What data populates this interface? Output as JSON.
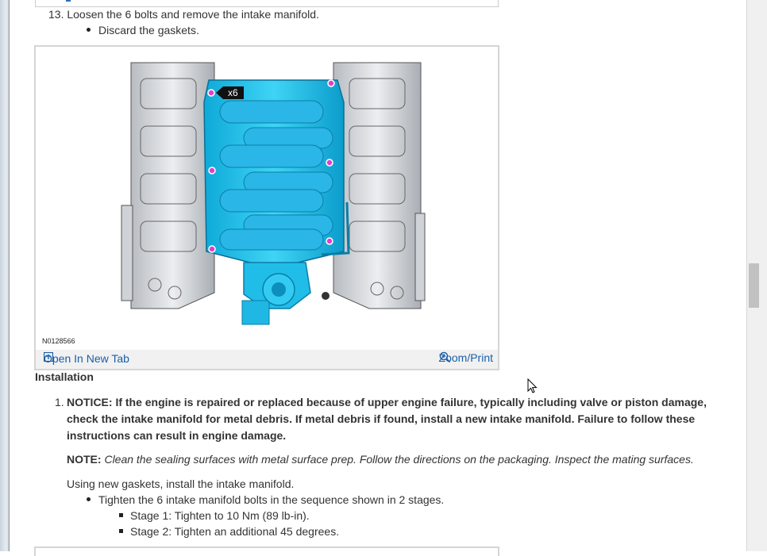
{
  "steps": {
    "step13": "13. Loosen the 6 bolts and remove the intake manifold.",
    "step13_bullet": "Discard the gaskets."
  },
  "figure": {
    "callout": "x6",
    "id": "N0128566",
    "open_tab": "Open In New Tab",
    "zoom": "Zoom/Print",
    "colors": {
      "manifold": "#1fc3ee",
      "bolt": "#e040c8",
      "engine": "#d6d9dd",
      "link": "#1a5fa8"
    }
  },
  "installation": {
    "heading": "Installation",
    "number": "1.",
    "notice": "NOTICE: If the engine is repaired or replaced because of upper engine failure, typically including valve or piston damage, check the intake manifold for metal debris. If metal debris if found, install a new intake manifold. Failure to follow these instructions can result in engine damage.",
    "note_label": "NOTE:",
    "note_text": "Clean the sealing surfaces with metal surface prep. Follow the directions on the packaging. Inspect the mating surfaces.",
    "using": "Using new gaskets, install the intake manifold.",
    "tighten": "Tighten the 6 intake manifold bolts in the sequence shown in 2 stages.",
    "stage1": "Stage 1: Tighten to 10 Nm (89 lb-in).",
    "stage2": "Stage 2: Tighten an additional 45 degrees."
  }
}
